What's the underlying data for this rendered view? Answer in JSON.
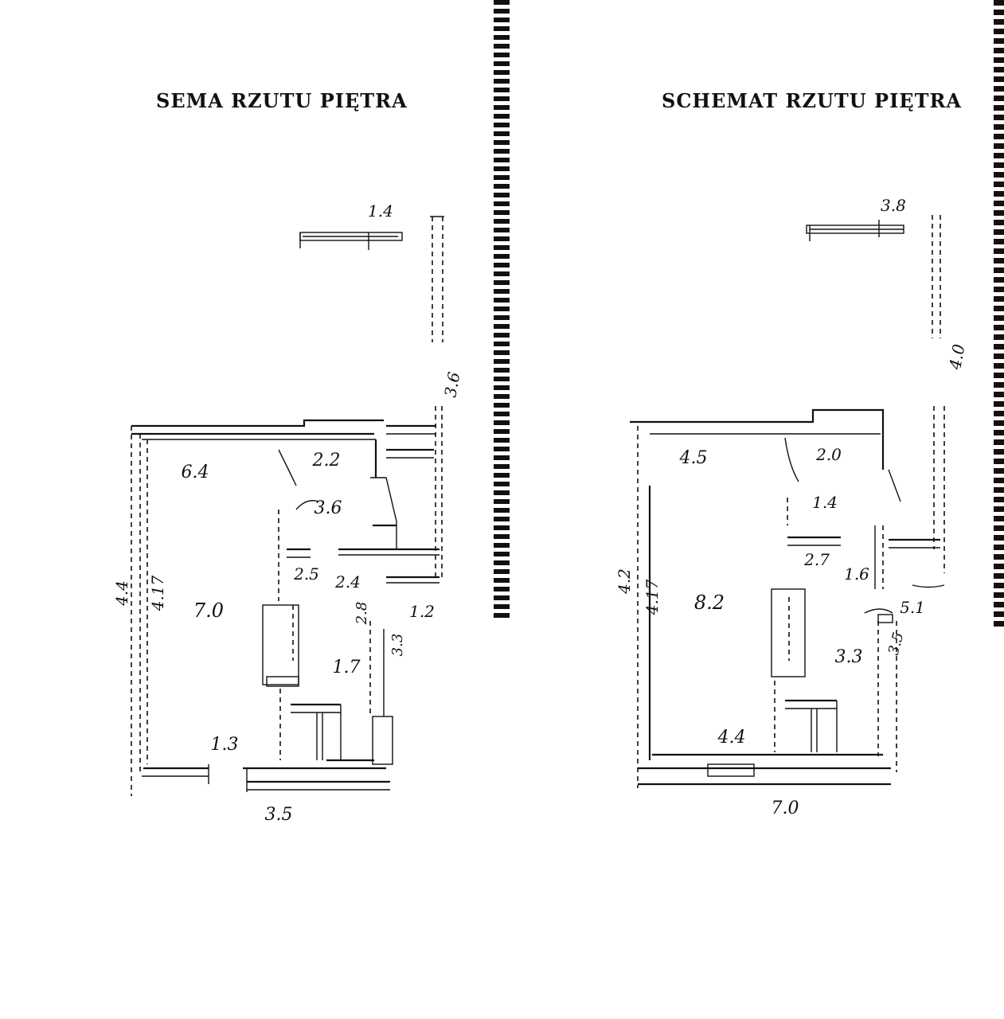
{
  "sheets": [
    {
      "title": "SEMA RZUTU PIĘTRA",
      "labels": {
        "top_dim": "1.4",
        "right_dim": "3.6",
        "left_outer_dim": "4.4",
        "left_inner_dim": "4.17",
        "room_area_a": "6.4",
        "room_area_b": "2.2",
        "room_area_c": "3.6",
        "room_area_main": "7.0",
        "room_area_d": "2.5",
        "room_area_e": "2.4",
        "room_area_f": "1.7",
        "room_area_g": "1.2",
        "side_dim": "3.3",
        "side_dim_b": "2.8",
        "bottom_inner": "1.3",
        "bottom_dim": "3.5"
      }
    },
    {
      "title": "SCHEMAT RZUTU PIĘTRA",
      "labels": {
        "top_dim": "3.8",
        "right_dim": "4.0",
        "left_outer_dim": "4.2",
        "left_inner_dim": "4.17",
        "room_area_a": "4.5",
        "room_area_b": "2.0",
        "room_area_c": "1.4",
        "room_area_main": "8.2",
        "room_area_d": "2.7",
        "room_area_e": "1.6",
        "room_area_f": "3.3",
        "room_area_g": "5.1",
        "side_dim": "3.5",
        "bottom_inner": "4.4",
        "bottom_dim": "7.0"
      }
    }
  ]
}
